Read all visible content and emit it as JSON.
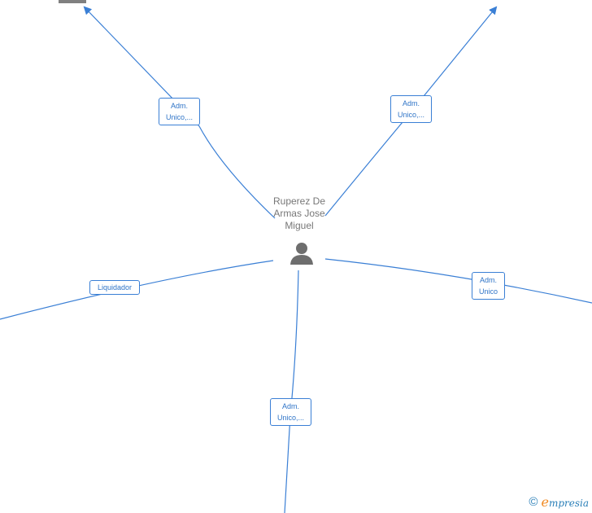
{
  "center": {
    "name_line1": "Ruperez De",
    "name_line2": "Armas Jose",
    "name_line3": "Miguel",
    "icon": "person-icon"
  },
  "edges": [
    {
      "line1": "Adm.",
      "line2": "Unico,..."
    },
    {
      "line1": "Adm.",
      "line2": "Unico,..."
    },
    {
      "line1": "Liquidador"
    },
    {
      "line1": "Adm.",
      "line2": "Unico"
    },
    {
      "line1": "Adm.",
      "line2": "Unico,..."
    }
  ],
  "colors": {
    "edge": "#3a7fd5",
    "label_text": "#2f74c7",
    "node_icon": "#6e6e6e"
  },
  "watermark": {
    "copyright": "©",
    "brand_initial": "e",
    "brand_rest": "mpresia"
  }
}
